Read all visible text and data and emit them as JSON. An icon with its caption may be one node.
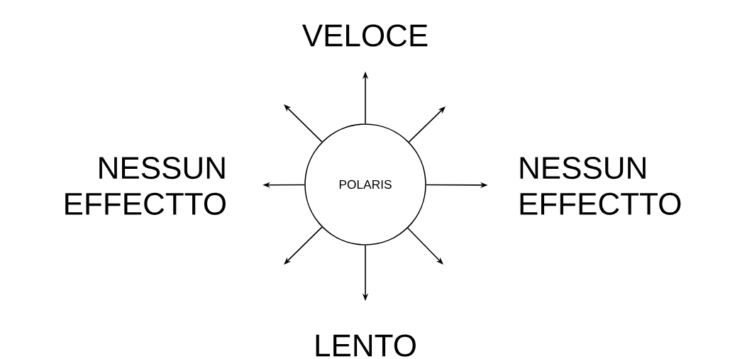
{
  "diagram": {
    "nodes": [
      {
        "text": [
          "POLARIS"
        ]
      },
      {
        "text": [
          "VELOCE"
        ]
      },
      {
        "text": [
          "NESSUN EFFECTTO"
        ]
      },
      {
        "text": [
          "NESSUN EFFECTTO"
        ]
      },
      {
        "text": [
          "LENTO"
        ]
      }
    ],
    "edges": [
      {
        "from": 0,
        "to": 1,
        "arrow": "to"
      },
      {
        "from": 0,
        "to": 2,
        "arrow": "to"
      },
      {
        "from": 0,
        "to": 3,
        "arrow": "to"
      },
      {
        "from": 0,
        "to": 4,
        "arrow": "to"
      },
      {
        "from": 0,
        "to": null,
        "arrow": "to"
      },
      {
        "from": 0,
        "to": null,
        "arrow": "to"
      },
      {
        "from": 0,
        "to": null,
        "arrow": "to"
      },
      {
        "from": 0,
        "to": null,
        "arrow": "to"
      }
    ]
  }
}
